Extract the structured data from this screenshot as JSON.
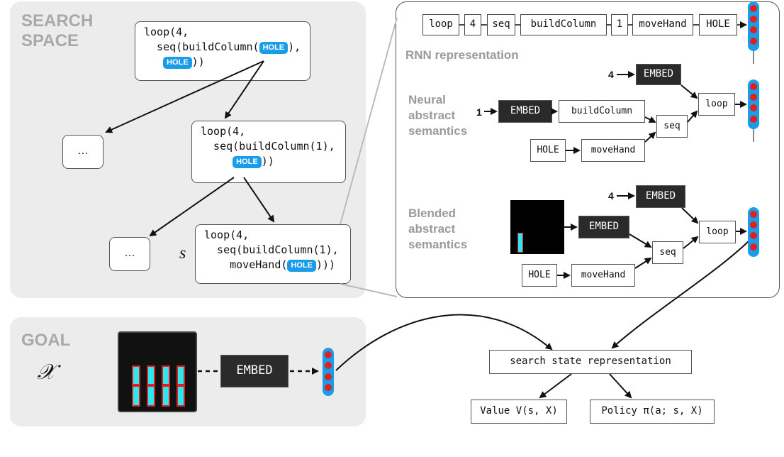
{
  "search_space": {
    "title_line1": "SEARCH",
    "title_line2": "SPACE",
    "root": {
      "l1": "loop(4,",
      "l2a": "  seq(buildColumn(",
      "hole": "HOLE",
      "l2b": "),",
      "l3a": "   ",
      "l3b": "))"
    },
    "mid": {
      "l1": "loop(4,",
      "l2": "  seq(buildColumn(1),",
      "l3a": "     ",
      "hole": "HOLE",
      "l3b": "))"
    },
    "leaf": {
      "l1": "loop(4,",
      "l2": "  seq(buildColumn(1),",
      "l3a": "    moveHand(",
      "hole": "HOLE",
      "l3b": ")))"
    },
    "ellipsis_1": "…",
    "ellipsis_2": "…",
    "state_label": "s"
  },
  "goal": {
    "title": "GOAL",
    "symbol": "𝒳",
    "embed": "EMBED"
  },
  "zoom": {
    "rnn_tokens": [
      "loop",
      "4",
      "seq",
      "buildColumn",
      "1",
      "moveHand",
      "HOLE"
    ],
    "rnn_label": "RNN representation",
    "neural_label_1": "Neural",
    "neural_label_2": "abstract",
    "neural_label_3": "semantics",
    "blended_label_1": "Blended",
    "blended_label_2": "abstract",
    "blended_label_3": "semantics",
    "n_four": "4",
    "n_one": "1",
    "n_embed_top": "EMBED",
    "n_embed_left": "EMBED",
    "n_buildcolumn": "buildColumn",
    "n_hole": "HOLE",
    "n_movehand": "moveHand",
    "n_seq": "seq",
    "n_loop": "loop",
    "b_four": "4",
    "b_embed_top": "EMBED",
    "b_embed_img": "EMBED",
    "b_hole": "HOLE",
    "b_movehand": "moveHand",
    "b_seq": "seq",
    "b_loop": "loop"
  },
  "outputs": {
    "state": "search state representation",
    "value": "Value V(s, X)",
    "policy": "Policy π(a; s, X)"
  },
  "colors": {
    "hole": "#1a9de8",
    "vector": "#1a9de8",
    "vector_dot": "#e02020",
    "bar": "#2ee6ee",
    "bar_border": "#e02020"
  }
}
